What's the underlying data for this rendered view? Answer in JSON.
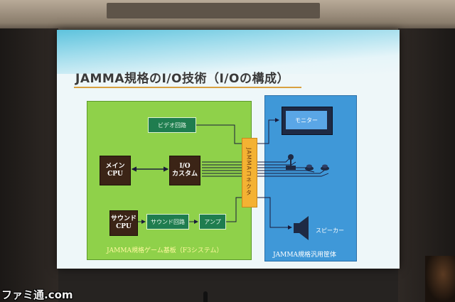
{
  "slide": {
    "title": "JAMMA規格のI/O技術（I/Oの構成）",
    "board_label": "JAMMA規格ゲーム基板（F3システム）",
    "cabinet_label": "JAMMA規格汎用筐体",
    "connector_label": "JAMMAコネクタ",
    "boxes": {
      "video": "ビデオ回路",
      "cpu": "メイン\nCPU",
      "io": "I/O\nカスタム",
      "sound_cpu": "サウンド\nCPU",
      "sound_circuit": "サウンド回路",
      "amp": "アンプ"
    },
    "monitor": "モニター",
    "speaker": "スピーカー"
  },
  "watermark": "ファミ通.com",
  "colors": {
    "board": "#8fd14a",
    "cabinet": "#3f98d8",
    "connector": "#f4b233",
    "dark_box": "#3b2416",
    "green_box": "#1f7d4f",
    "line": "#1a1a3a"
  },
  "icons": [
    "joystick-icon",
    "button-icon",
    "speaker-icon",
    "monitor-icon"
  ]
}
